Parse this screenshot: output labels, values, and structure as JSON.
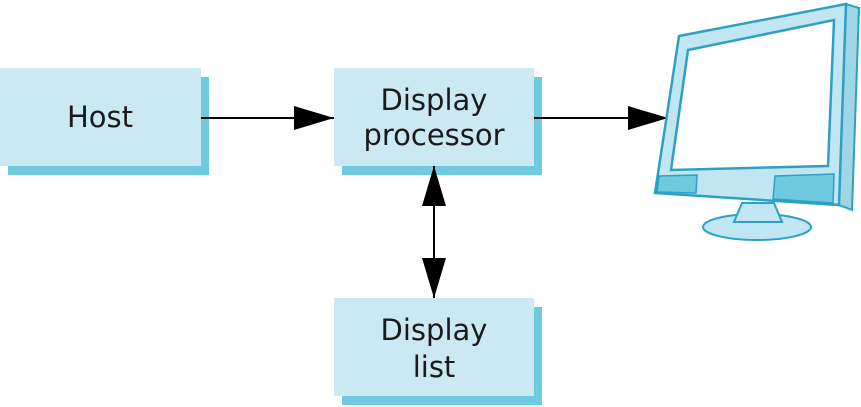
{
  "nodes": {
    "host": {
      "label": "Host"
    },
    "display_processor": {
      "line1": "Display",
      "line2": "processor"
    },
    "display_list": {
      "line1": "Display",
      "line2": "list"
    },
    "monitor": {
      "icon": "monitor-icon"
    }
  },
  "edges": [
    {
      "from": "host",
      "to": "display_processor",
      "direction": "one-way"
    },
    {
      "from": "display_processor",
      "to": "monitor",
      "direction": "one-way"
    },
    {
      "from": "display_processor",
      "to": "display_list",
      "direction": "two-way"
    }
  ],
  "colors": {
    "box_fill": "#cbe9f2",
    "box_shadow": "#6fcadf",
    "monitor_frame": "#bfe6f1",
    "monitor_outline": "#2f9fc4",
    "line": "#000000"
  }
}
